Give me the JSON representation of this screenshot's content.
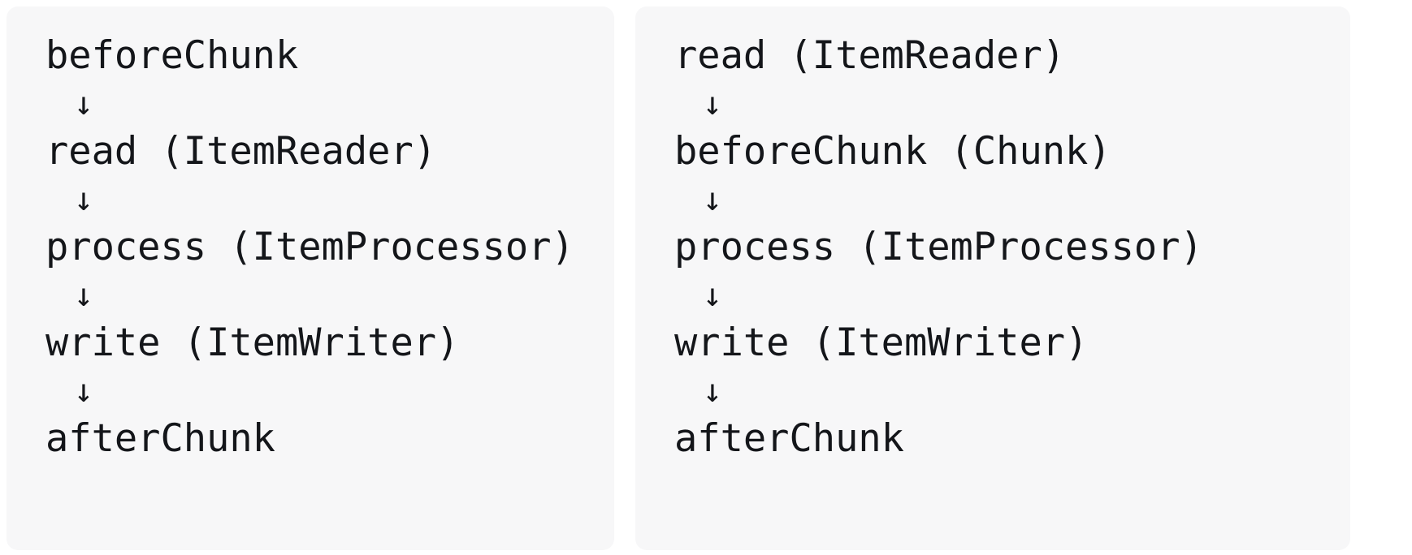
{
  "panels": [
    {
      "name": "chunk-order-listener-outside",
      "lines": [
        {
          "kind": "step",
          "text": "beforeChunk"
        },
        {
          "kind": "arrow",
          "text": "↓"
        },
        {
          "kind": "step",
          "text": "read (ItemReader)"
        },
        {
          "kind": "arrow",
          "text": "↓"
        },
        {
          "kind": "step",
          "text": "process (ItemProcessor)"
        },
        {
          "kind": "arrow",
          "text": "↓"
        },
        {
          "kind": "step",
          "text": "write (ItemWriter)"
        },
        {
          "kind": "arrow",
          "text": "↓"
        },
        {
          "kind": "step",
          "text": "afterChunk"
        }
      ]
    },
    {
      "name": "chunk-order-listener-after-read",
      "lines": [
        {
          "kind": "step",
          "text": "read (ItemReader)"
        },
        {
          "kind": "arrow",
          "text": "↓"
        },
        {
          "kind": "step",
          "text": "beforeChunk (Chunk)"
        },
        {
          "kind": "arrow",
          "text": "↓"
        },
        {
          "kind": "step",
          "text": "process (ItemProcessor)"
        },
        {
          "kind": "arrow",
          "text": "↓"
        },
        {
          "kind": "step",
          "text": "write (ItemWriter)"
        },
        {
          "kind": "arrow",
          "text": "↓"
        },
        {
          "kind": "step",
          "text": "afterChunk"
        }
      ]
    }
  ],
  "colors": {
    "panel_background": "#f7f7f8",
    "page_background": "#ffffff",
    "text": "#14161a"
  }
}
